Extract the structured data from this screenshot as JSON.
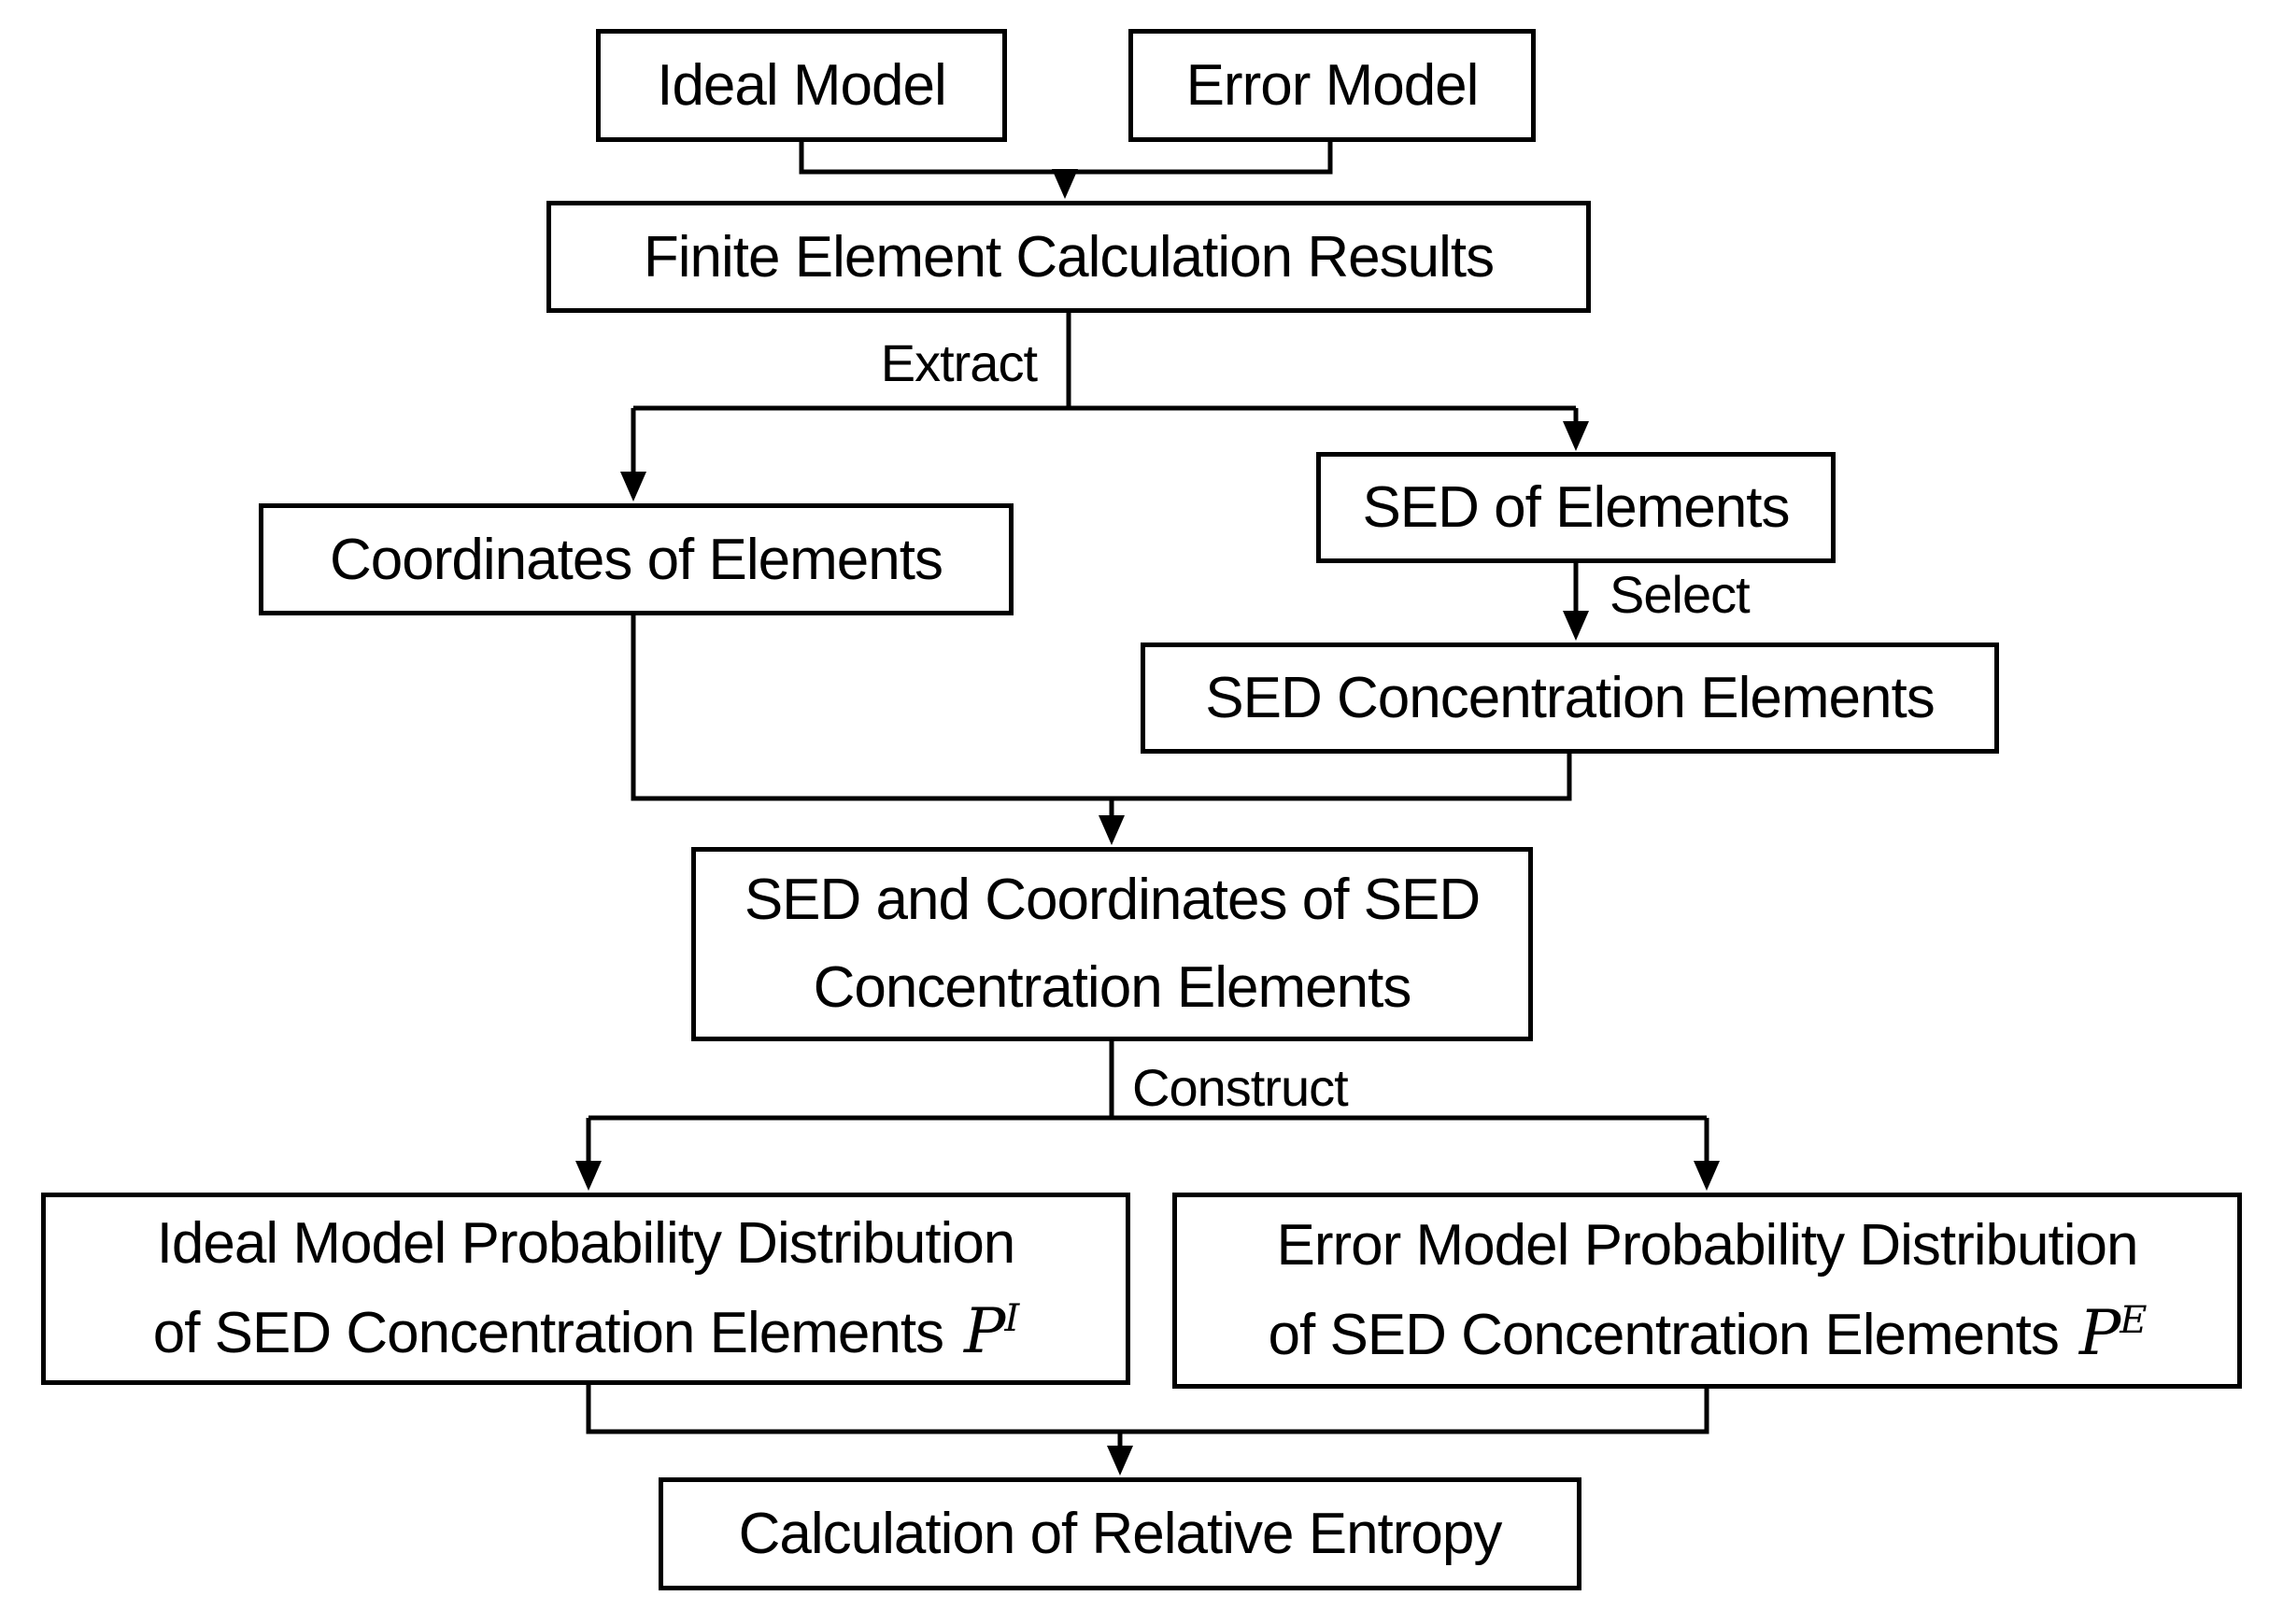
{
  "nodes": {
    "ideal_model": {
      "label": "Ideal Model"
    },
    "error_model": {
      "label": "Error Model"
    },
    "finite_element_results": {
      "label": "Finite Element Calculation Results"
    },
    "coordinates_of_elements": {
      "label": "Coordinates of Elements"
    },
    "sed_of_elements": {
      "label": "SED of Elements"
    },
    "sed_concentration_elements": {
      "label": "SED Concentration Elements"
    },
    "sed_and_coordinates": {
      "line1": "SED and Coordinates of SED",
      "line2": "Concentration Elements"
    },
    "ideal_distribution": {
      "line1": "Ideal Model Probability Distribution",
      "line2": "of SED Concentration Elements",
      "symbol": "P",
      "superscript": "I"
    },
    "error_distribution": {
      "line1": "Error Model Probability Distribution",
      "line2": "of SED Concentration Elements",
      "symbol": "P",
      "superscript": "E"
    },
    "relative_entropy": {
      "label": "Calculation of Relative Entropy"
    }
  },
  "edge_labels": {
    "extract": "Extract",
    "select": "Select",
    "construct": "Construct"
  },
  "colors": {
    "background": "#ffffff",
    "box_fill": "#ffffff",
    "line": "#000000",
    "text": "#000000"
  }
}
